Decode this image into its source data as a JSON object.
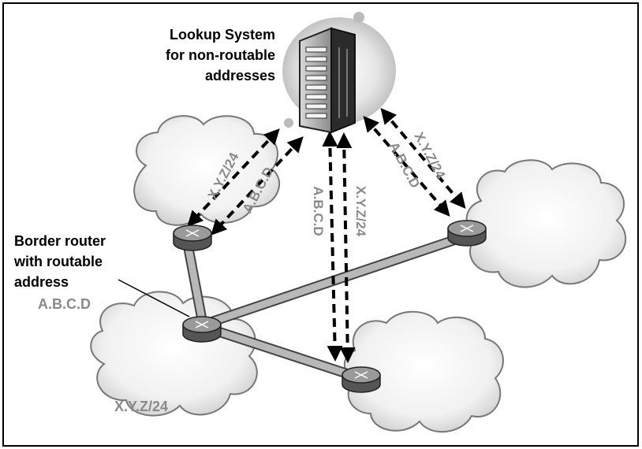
{
  "lookup_system": {
    "line1": "Lookup System",
    "line2": "for non-routable",
    "line3": "addresses",
    "icon": "server-rack-icon"
  },
  "border_router_label": {
    "line1": "Border router",
    "line2": "with routable",
    "line3": "address",
    "address": "A.B.C.D"
  },
  "home_subnet": "X.Y.Z/24",
  "arrow_labels": {
    "left_prefix": "X.Y.Z/24",
    "left_address": "A.B.C.D",
    "middle_address": "A.B.C.D",
    "middle_prefix": "X.Y.Z/24",
    "right_prefix": "X.Y.Z/24",
    "right_address": "A.B.C.D"
  },
  "colors": {
    "label_dark": "#000000",
    "label_gray": "#8a8a8a",
    "cloud_fill": "#f2f2f2",
    "router_fill": "#8c8c8c"
  }
}
